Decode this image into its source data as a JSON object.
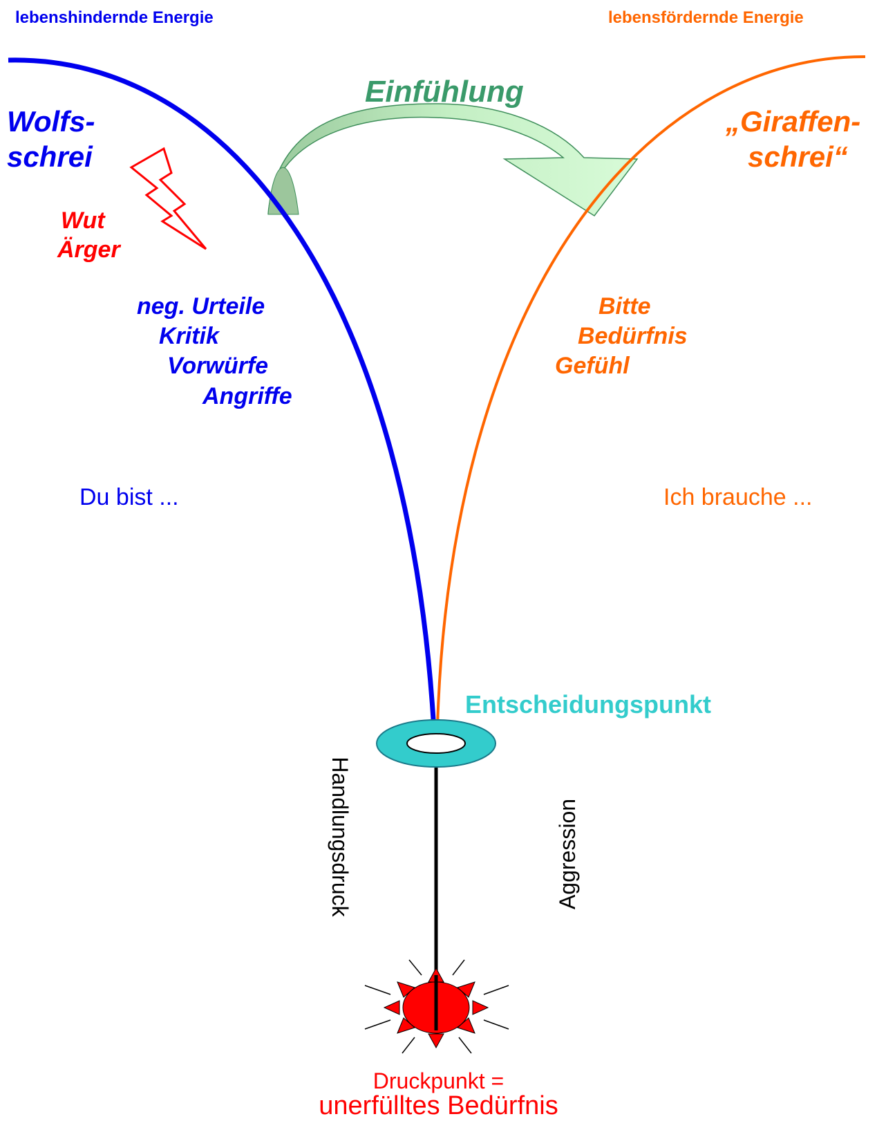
{
  "labels": {
    "left_energy": "lebenshindernde Energie",
    "right_energy": "lebensfördernde Energie",
    "empathy": "Einfühlung",
    "wolf_line1": "Wolfs-",
    "wolf_line2": "schrei",
    "giraffe_line1": "„Giraffen-",
    "giraffe_line2": "schrei“",
    "anger1": "Wut",
    "anger2": "Ärger",
    "left_list": [
      "neg. Urteile",
      "Kritik",
      "Vorwürfe",
      "Angriffe"
    ],
    "right_list": [
      "Bitte",
      "Bedürfnis",
      "Gefühl"
    ],
    "du_bist": "Du bist  ...",
    "ich_brauche": "Ich brauche ...",
    "decision_point": "Entscheidungspunkt",
    "action_pressure": "Handlungsdruck",
    "aggression": "Aggression",
    "pressure_point_1": "Druckpunkt =",
    "pressure_point_2": "unerfülltes Bedürfnis"
  },
  "colors": {
    "wolf_blue": "#0000ee",
    "giraffe_orange": "#ff6600",
    "anger_red": "#ff0000",
    "empathy_green": "#3a9a6a",
    "decision_cyan": "#33cccc",
    "arrow_fill": "#ccf5cc"
  },
  "icons": [
    "lightning-icon",
    "curved-arrow-icon",
    "ring-icon",
    "burst-sun-icon"
  ]
}
